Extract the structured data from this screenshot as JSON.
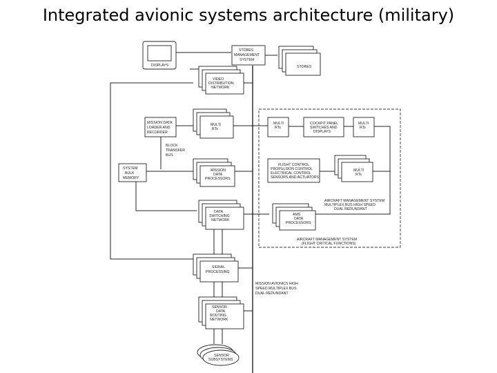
{
  "title": "Integrated avionic systems architecture (military)",
  "diagram": {
    "displays": "DISPLAYS",
    "stores_mgmt": [
      "STORES",
      "MANAGEMENT",
      "SYSTEM"
    ],
    "stores": "STORES",
    "video_dist": [
      "VIDEO",
      "DISTRIBUTION",
      "NETWORK"
    ],
    "mission_data_loader": [
      "MISSION DATA",
      "LOADER AND",
      "RECORDER"
    ],
    "multi_rts": [
      "MULTI",
      "RTs"
    ],
    "block_transfer": [
      "BLOCK",
      "TRANSFER",
      "BUS"
    ],
    "system_bulk": [
      "SYSTEM",
      "BULK",
      "MEMORY"
    ],
    "mission_proc": [
      "MISSION",
      "DATA",
      "PROCESSORS"
    ],
    "data_switching": [
      "DATA",
      "SWITCHING",
      "NETWORK"
    ],
    "signal_proc": [
      "SIGNAL",
      "PROCESSING"
    ],
    "sensor_routing": [
      "SENSOR",
      "DATA",
      "ROUTING",
      "NETWORK"
    ],
    "sensor_sub": [
      "SENSOR",
      "SUBSYSTEMS"
    ],
    "mission_bus": [
      "MISSION AVIONICS HIGH",
      "SPEED MULTIPLEX BUS",
      "DUAL REDUNDANT"
    ],
    "cockpit_panel": [
      "COCKPIT PANEL",
      "SWITCHES AND",
      "DISPLAYS"
    ],
    "flight_control": [
      "FLIGHT CONTROL",
      "PROPULSION CONTROL",
      "ELECTRICAL CONTROL",
      "SENSORS AND ACTUATORS"
    ],
    "ams_bus": [
      "AIRCRAFT MANAGEMENT SYSTEM",
      "MULTIPLEX BUS HIGH SPEED",
      "DUAL REDUNDANT"
    ],
    "ams_proc": [
      "AMS",
      "DATA",
      "PROCESSORS"
    ],
    "ams_label": [
      "AIRCRAFT MANAGEMENT SYSTEM",
      "(FLIGHT CRITICAL FUNCTIONS)"
    ]
  }
}
